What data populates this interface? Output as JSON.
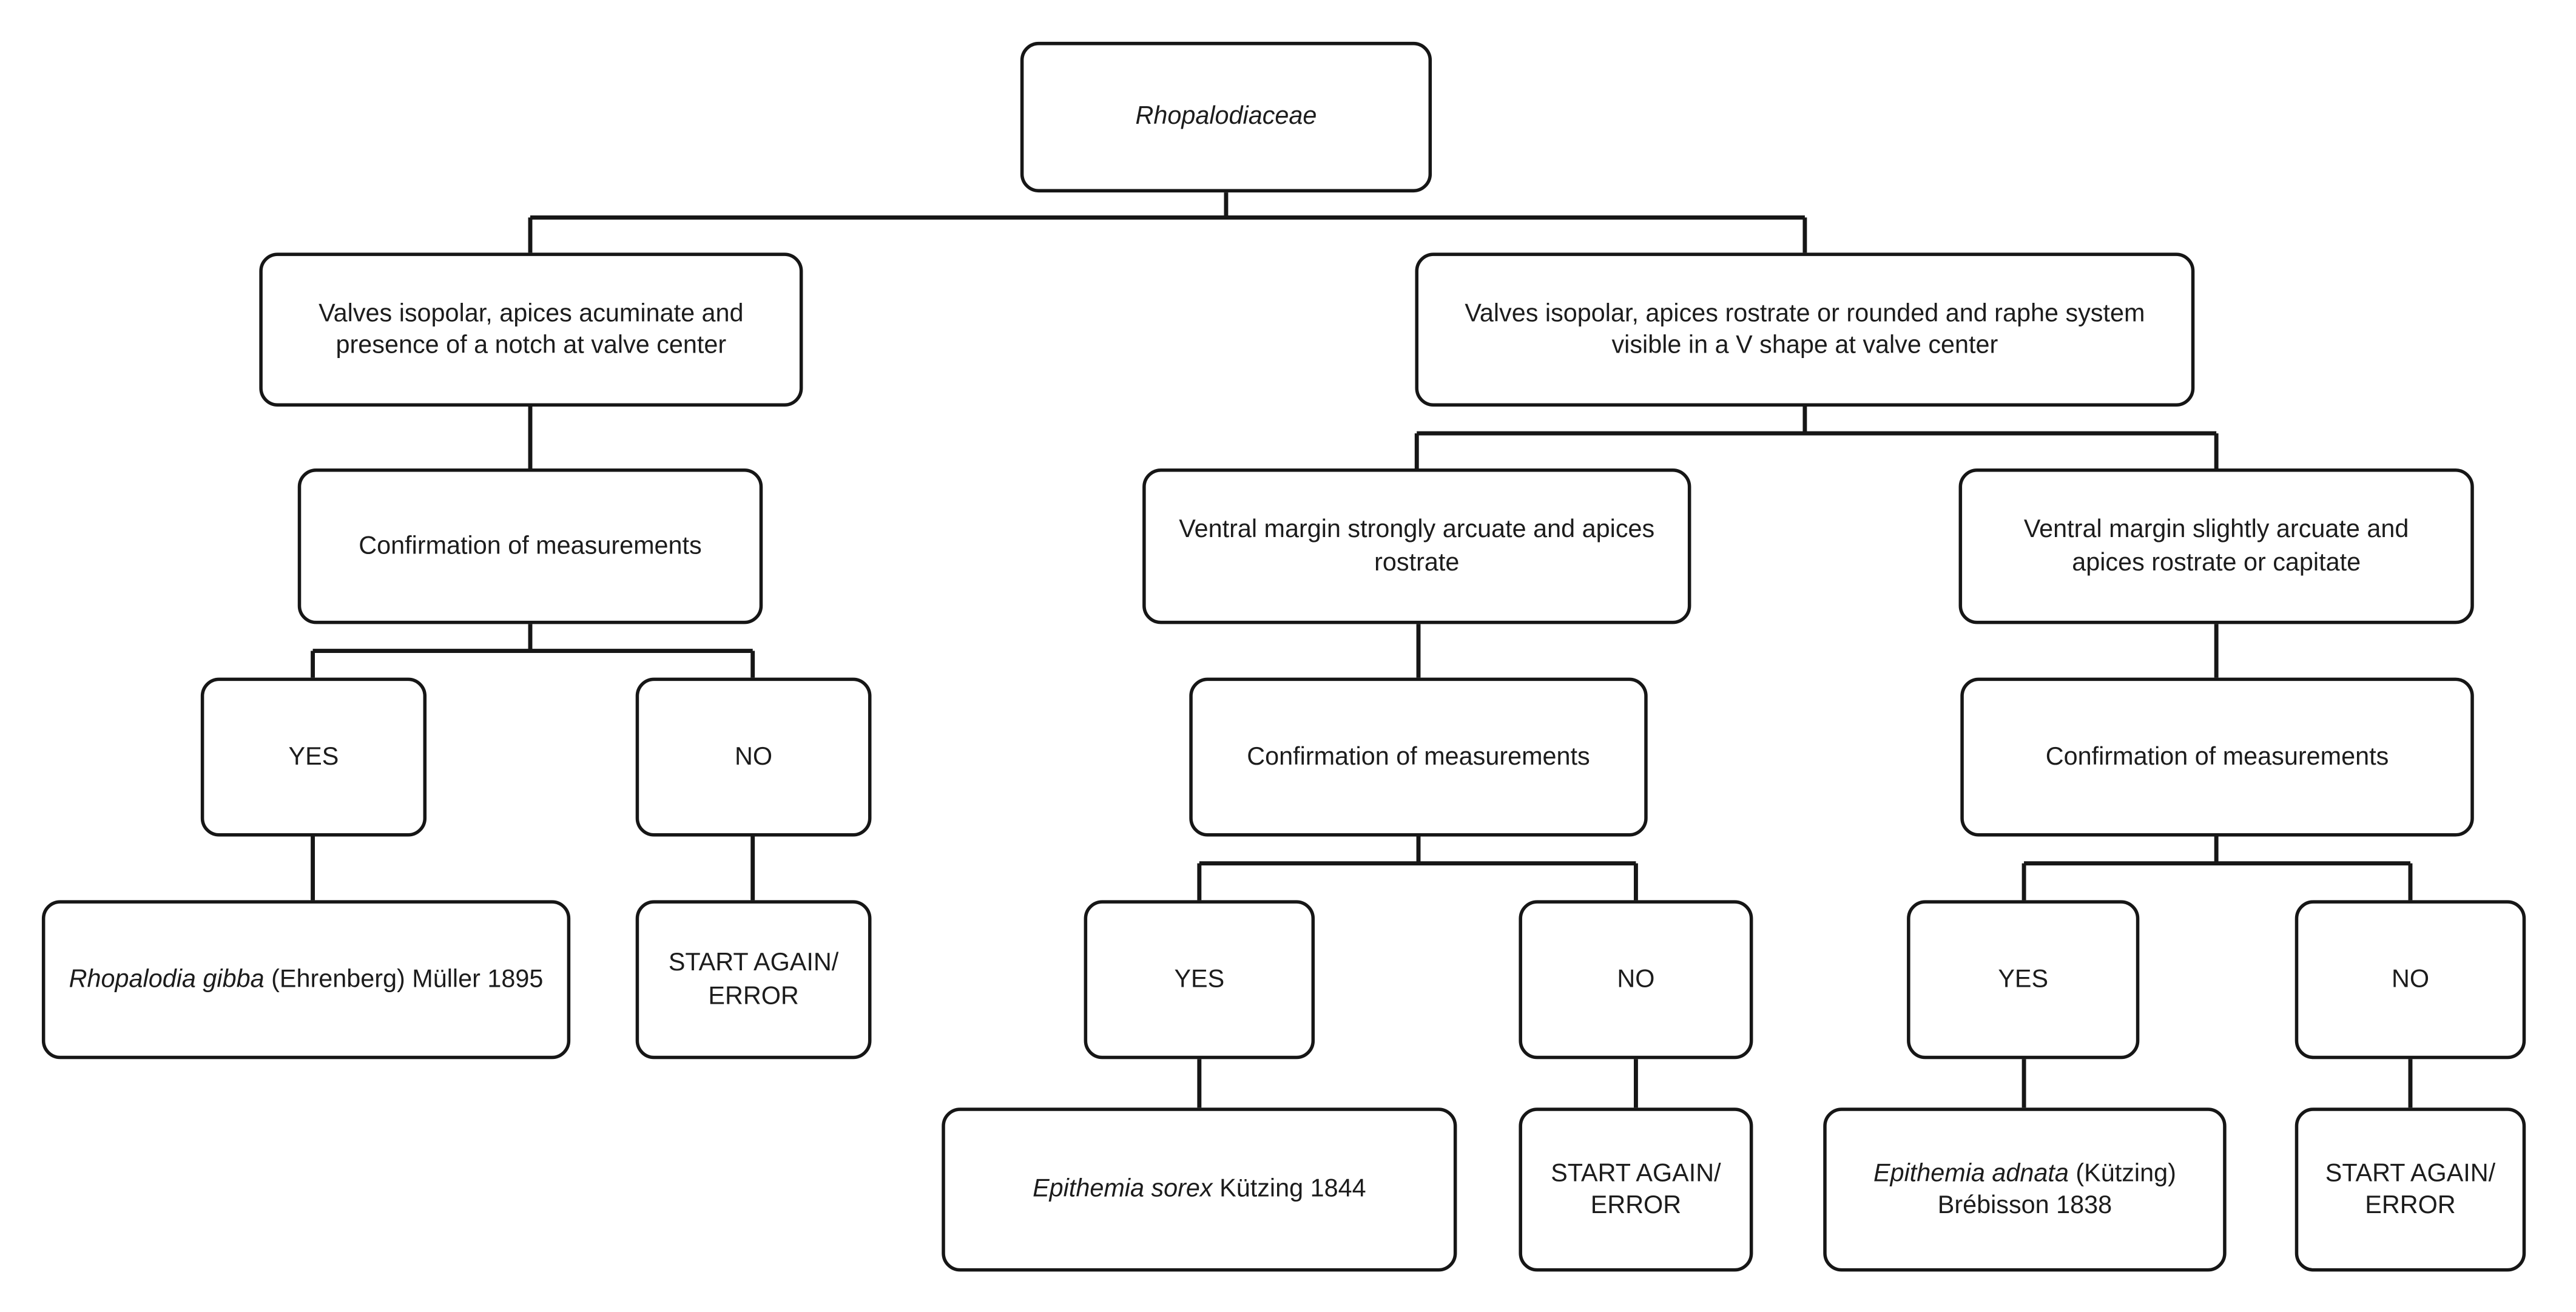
{
  "colors": {
    "box_fill": "#ffffff",
    "box_border": "#161616",
    "connector": "#161616",
    "background": "#ffffff",
    "text": "#1c1c1c"
  },
  "flowchart": {
    "root_label": "Rhopalodiaceae",
    "left_branch": {
      "criterion": "Valves isopolar, apices acuminate and presence of a notch at valve center",
      "confirmation": "Confirmation of measurements",
      "yes": "YES",
      "no": "NO",
      "result_name": "Rhopalodia gibba",
      "result_authority": "(Ehrenberg) Müller 1895",
      "error_line1": "START AGAIN/",
      "error_line2": "ERROR"
    },
    "right_branch": {
      "criterion": "Valves isopolar, apices rostrate or rounded and raphe system visible in a V shape at valve center",
      "strongly_arcuate": {
        "criterion": "Ventral margin strongly arcuate and apices rostrate",
        "confirmation": "Confirmation of measurements",
        "yes": "YES",
        "no": "NO",
        "result_name": "Epithemia sorex",
        "result_authority": "Kützing 1844",
        "error_line1": "START AGAIN/",
        "error_line2": "ERROR"
      },
      "slightly_arcuate": {
        "criterion": "Ventral margin slightly arcuate and apices rostrate or capitate",
        "confirmation": "Confirmation of measurements",
        "yes": "YES",
        "no": "NO",
        "result_name": "Epithemia adnata",
        "result_authority": "(Kützing) Brébisson 1838",
        "error_line1": "START AGAIN/",
        "error_line2": "ERROR"
      }
    }
  }
}
